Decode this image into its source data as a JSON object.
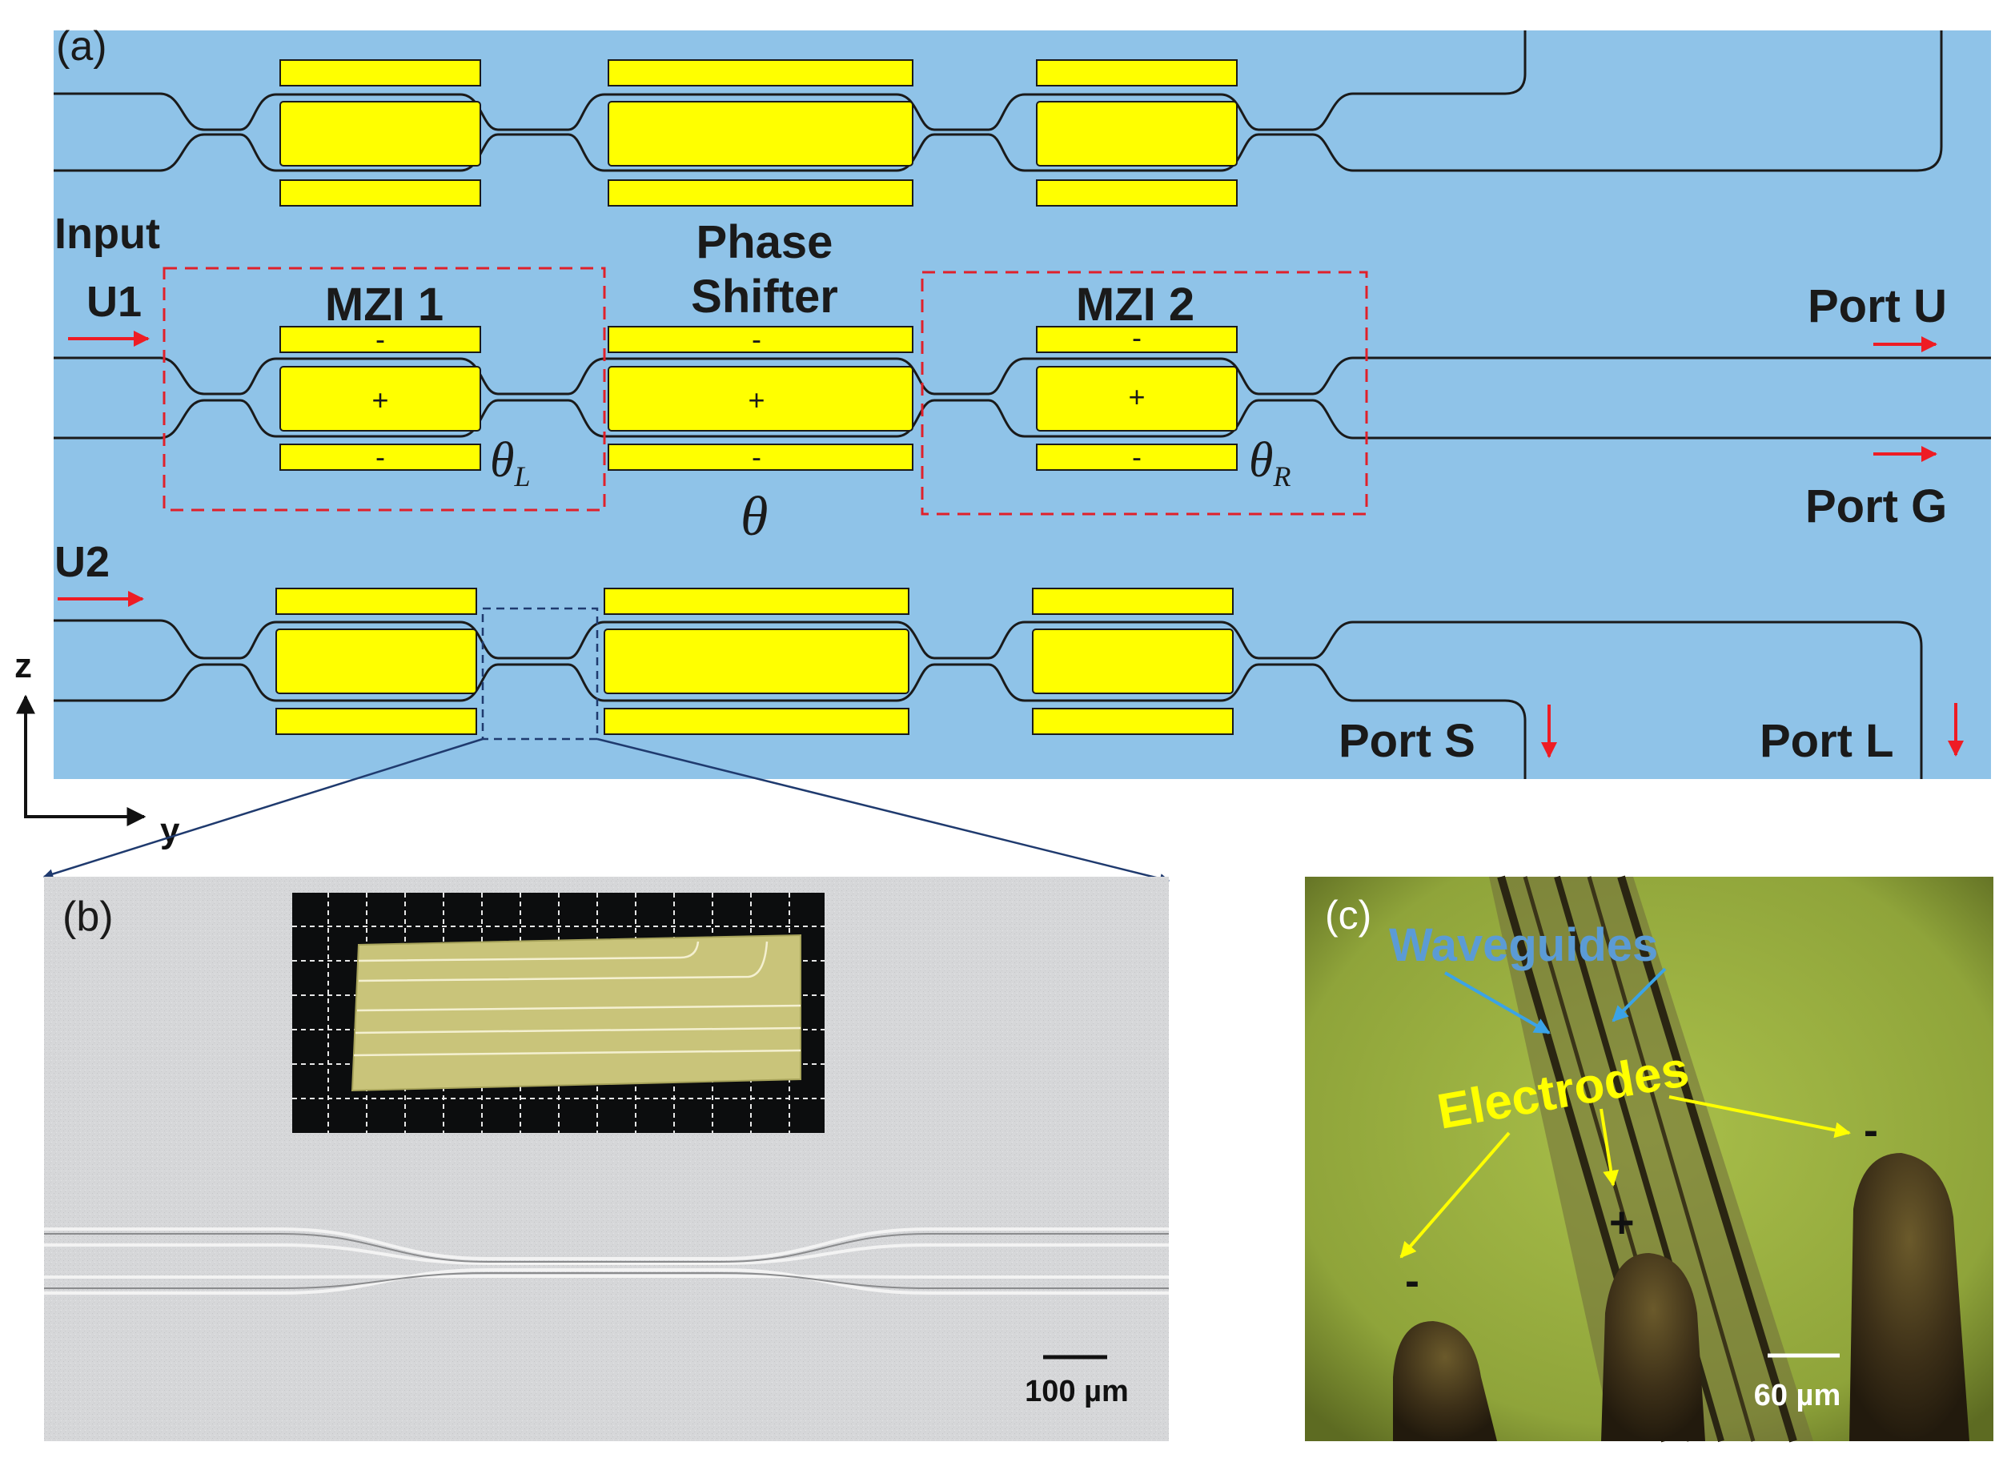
{
  "panel_a": {
    "tag": "(a)",
    "input_label": "Input",
    "u1": "U1",
    "u2": "U2",
    "mzi1": "MZI 1",
    "mzi2": "MZI 2",
    "phase_line1": "Phase",
    "phase_line2": "Shifter",
    "theta": "θ",
    "theta_sub_l": "L",
    "theta_sub_r": "R",
    "plus": "+",
    "minus": "-",
    "port_u": "Port U",
    "port_g": "Port G",
    "port_s": "Port S",
    "port_l": "Port L",
    "axis_z": "z",
    "axis_y": "y"
  },
  "panel_b": {
    "tag": "(b)",
    "scale": "100 µm"
  },
  "panel_c": {
    "tag": "(c)",
    "waveguides": "Waveguides",
    "electrodes": "Electrodes",
    "plus": "+",
    "minus": "-",
    "scale": "60 µm"
  },
  "colors": {
    "chip_blue": "#8fc3e8",
    "electrode_yellow": "#ffff00",
    "arrow_red": "#ee1c24",
    "dash_red": "#e0202a",
    "waveguide_label": "#5b9bd5",
    "electrode_label": "#ffff00"
  }
}
